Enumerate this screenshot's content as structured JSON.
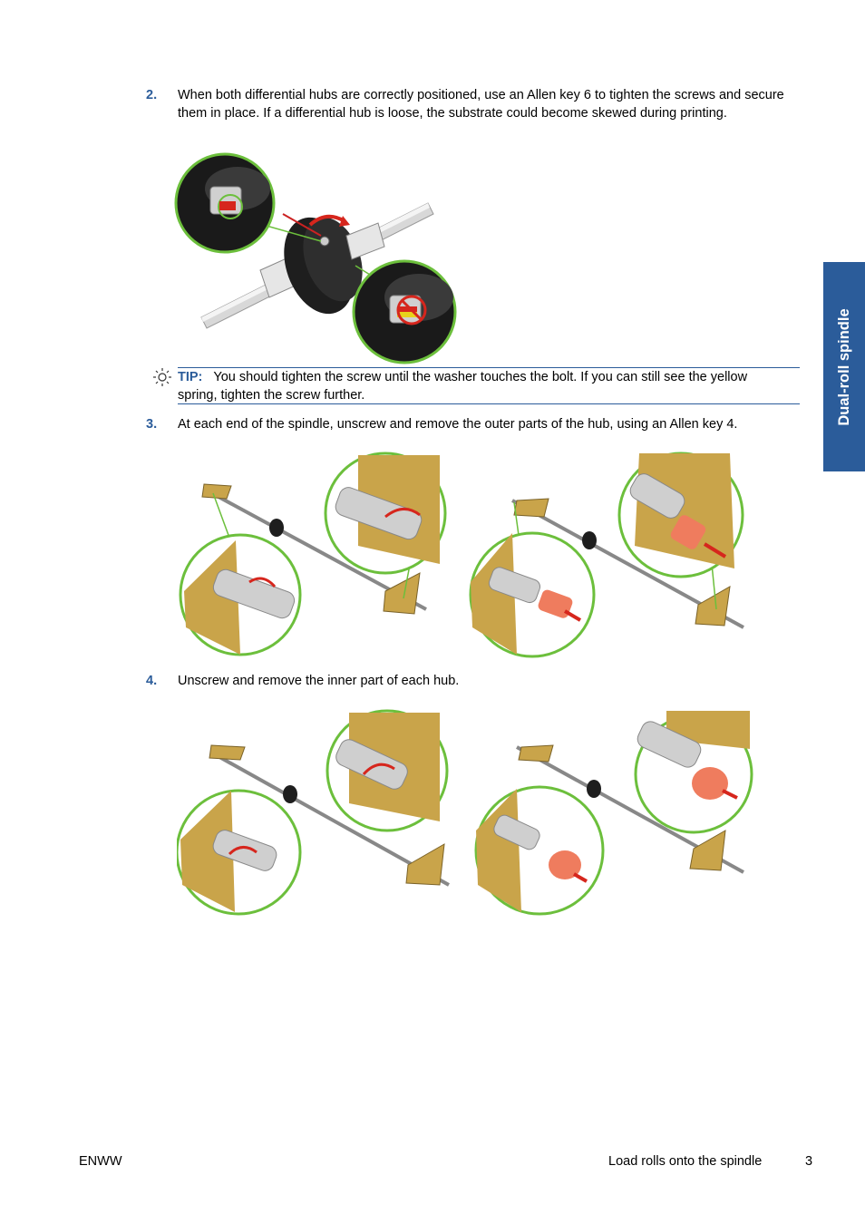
{
  "steps": [
    {
      "number": "2.",
      "text": "When both differential hubs are correctly positioned, use an Allen key 6 to tighten the screws and secure them in place. If a differential hub is loose, the substrate could become skewed during printing."
    },
    {
      "number": "3.",
      "text": "At each end of the spindle, unscrew and remove the outer parts of the hub, using an Allen key 4."
    },
    {
      "number": "4.",
      "text": "Unscrew and remove the inner part of each hub."
    }
  ],
  "tip": {
    "label": "TIP:",
    "text": "You should tighten the screw until the washer touches the bolt. If you can still see the yellow spring, tighten the screw further."
  },
  "side_tab": {
    "label": "Dual-roll spindle"
  },
  "footer": {
    "left": "ENWW",
    "section": "Load rolls onto the spindle",
    "page": "3"
  },
  "colors": {
    "accent": "#2b5c9a",
    "callout_ring": "#6cbf3c",
    "cardboard": "#c9a44a",
    "hub_dark": "#1e1e1e",
    "part_orange": "#ef7c5e",
    "arrow_red": "#d6261d"
  }
}
